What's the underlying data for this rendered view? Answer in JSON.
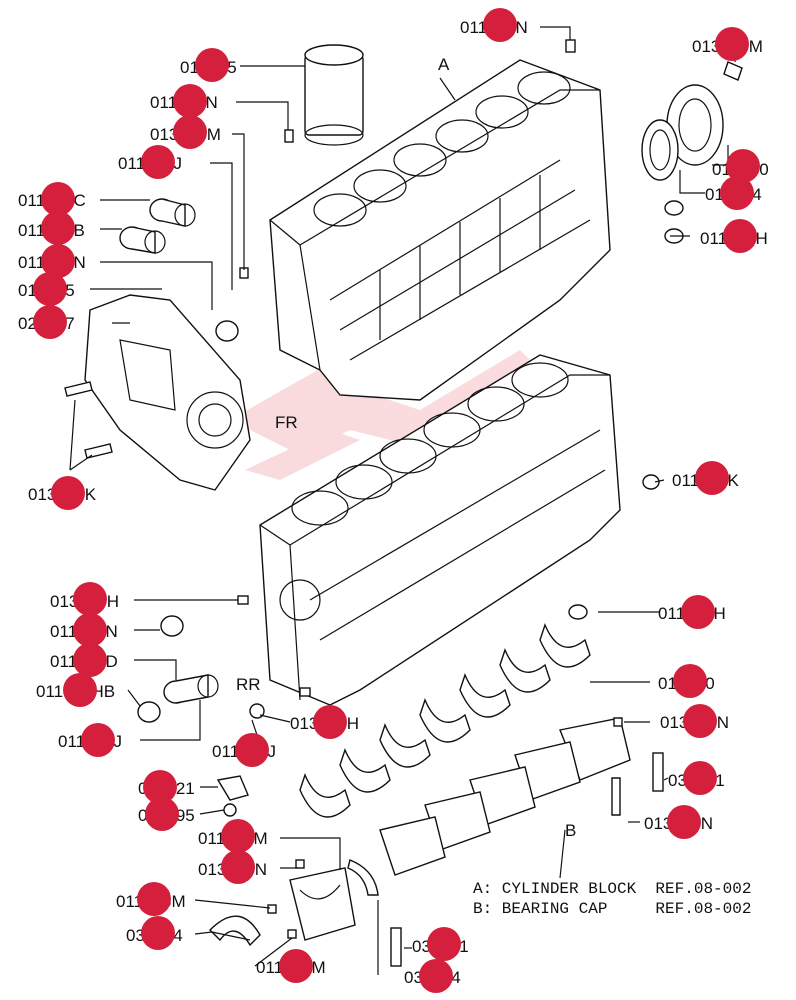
{
  "callouts": [
    {
      "id": "c1",
      "text": "011386N"
    },
    {
      "id": "c2",
      "text": "013977M"
    },
    {
      "id": "c3",
      "text": "013555"
    },
    {
      "id": "c4",
      "text": "011386N"
    },
    {
      "id": "c5",
      "text": "013877M"
    },
    {
      "id": "c6",
      "text": "011395J"
    },
    {
      "id": "c7",
      "text": "013080"
    },
    {
      "id": "c8",
      "text": "013034"
    },
    {
      "id": "c9",
      "text": "011396C"
    },
    {
      "id": "c10",
      "text": "011396B"
    },
    {
      "id": "c11",
      "text": "011395N"
    },
    {
      "id": "c12",
      "text": "011395H"
    },
    {
      "id": "c13",
      "text": "013245"
    },
    {
      "id": "c14",
      "text": "020217"
    },
    {
      "id": "c15",
      "text": "013977K"
    },
    {
      "id": "c16",
      "text": "011395K"
    },
    {
      "id": "c17",
      "text": "013877H"
    },
    {
      "id": "c18",
      "text": "011395N"
    },
    {
      "id": "c19",
      "text": "011395H"
    },
    {
      "id": "c20",
      "text": "011396D"
    },
    {
      "id": "c21",
      "text": "013040"
    },
    {
      "id": "c22",
      "text": "011395HB"
    },
    {
      "id": "c23",
      "text": "011396J"
    },
    {
      "id": "c24",
      "text": "013877H"
    },
    {
      "id": "c25",
      "text": "013877N"
    },
    {
      "id": "c26",
      "text": "011395J"
    },
    {
      "id": "c27",
      "text": "013821"
    },
    {
      "id": "c28",
      "text": "030621"
    },
    {
      "id": "c29",
      "text": "013095"
    },
    {
      "id": "c30",
      "text": "013977N"
    },
    {
      "id": "c31",
      "text": "011386M"
    },
    {
      "id": "c32",
      "text": "013877N"
    },
    {
      "id": "c33",
      "text": "011386M"
    },
    {
      "id": "c34",
      "text": "030414"
    },
    {
      "id": "c35",
      "text": "030651"
    },
    {
      "id": "c36",
      "text": "011386M"
    },
    {
      "id": "c37",
      "text": "030414"
    }
  ],
  "letters": {
    "a": "A",
    "b": "B",
    "fr": "FR",
    "rr": "RR"
  },
  "refs": {
    "line_a": "A: CYLINDER BLOCK  REF.08-002",
    "line_b": "B: BEARING CAP     REF.08-002"
  },
  "colors": {
    "badge": "#d4203c",
    "ink": "#111111",
    "watermark": "#e23a4a"
  }
}
